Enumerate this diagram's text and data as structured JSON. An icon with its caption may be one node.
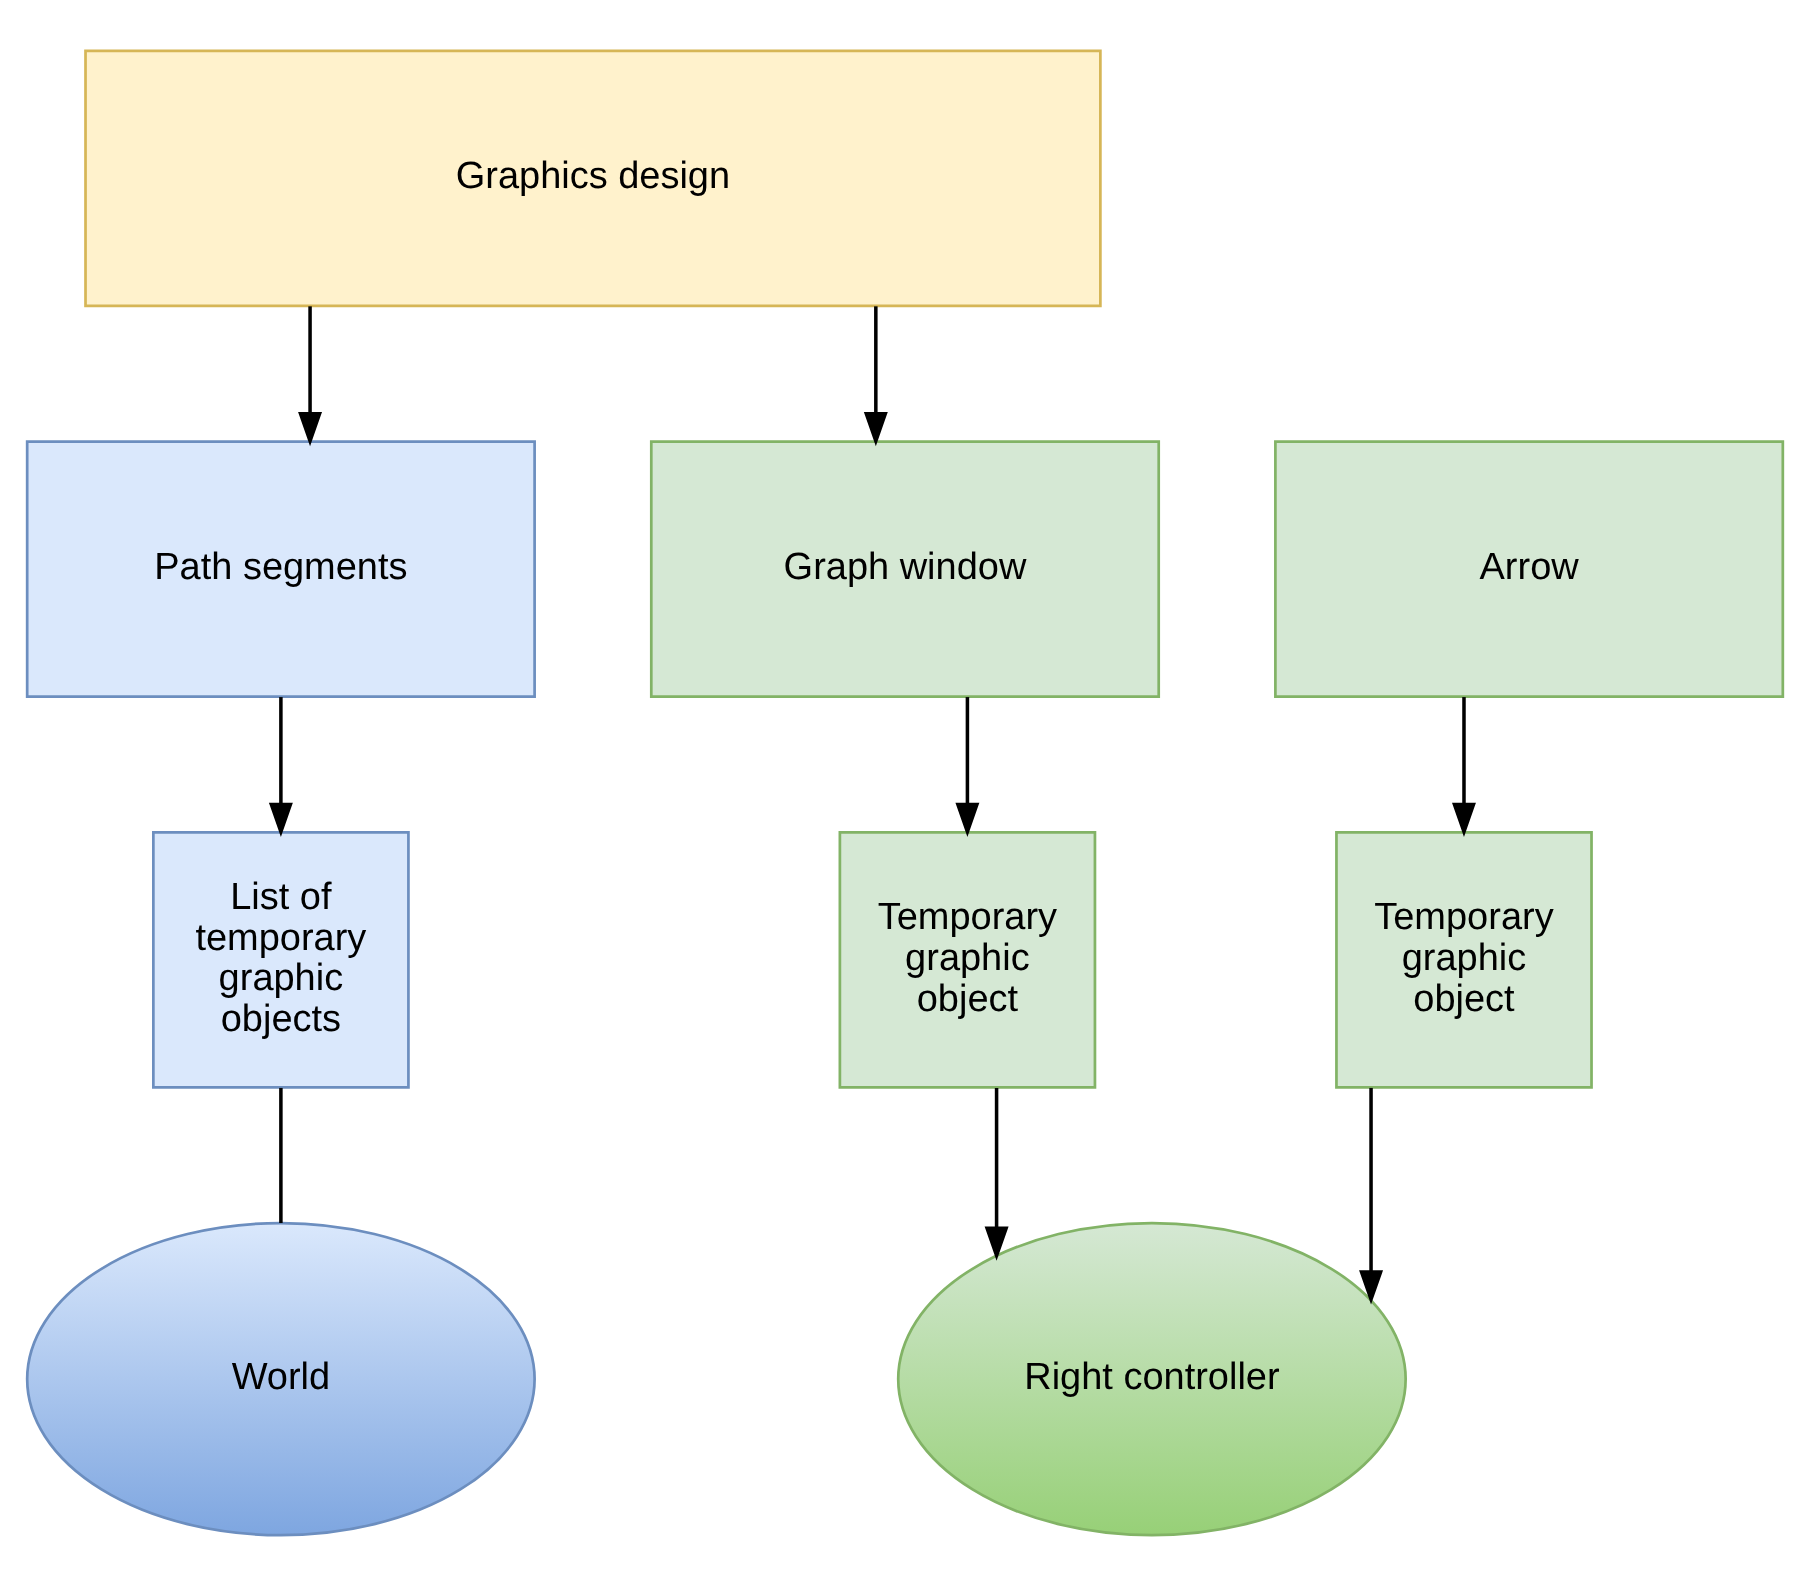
{
  "diagram": {
    "nodes": [
      {
        "text": [
          "Graphics design"
        ]
      },
      {
        "text": [
          "Path segments"
        ]
      },
      {
        "text": [
          "Graph window"
        ]
      },
      {
        "text": [
          "Arrow"
        ]
      },
      {
        "text": [
          "List of temporary graphic objects"
        ]
      },
      {
        "text": [
          "Temporary graphic object"
        ]
      },
      {
        "text": [
          "Temporary graphic object"
        ]
      },
      {
        "text": [
          "World"
        ]
      },
      {
        "text": [
          "Right controller"
        ]
      }
    ],
    "edges": [
      {
        "from": 0,
        "to": 1,
        "arrow": "to"
      },
      {
        "from": 0,
        "to": 2,
        "arrow": "to"
      },
      {
        "from": 1,
        "to": 4,
        "arrow": "to"
      },
      {
        "from": 2,
        "to": 5,
        "arrow": "to"
      },
      {
        "from": 3,
        "to": 6,
        "arrow": "to"
      },
      {
        "from": 4,
        "to": 7,
        "arrow": "none"
      },
      {
        "from": 5,
        "to": 8,
        "arrow": "to"
      },
      {
        "from": 6,
        "to": 8,
        "arrow": "to"
      }
    ]
  }
}
